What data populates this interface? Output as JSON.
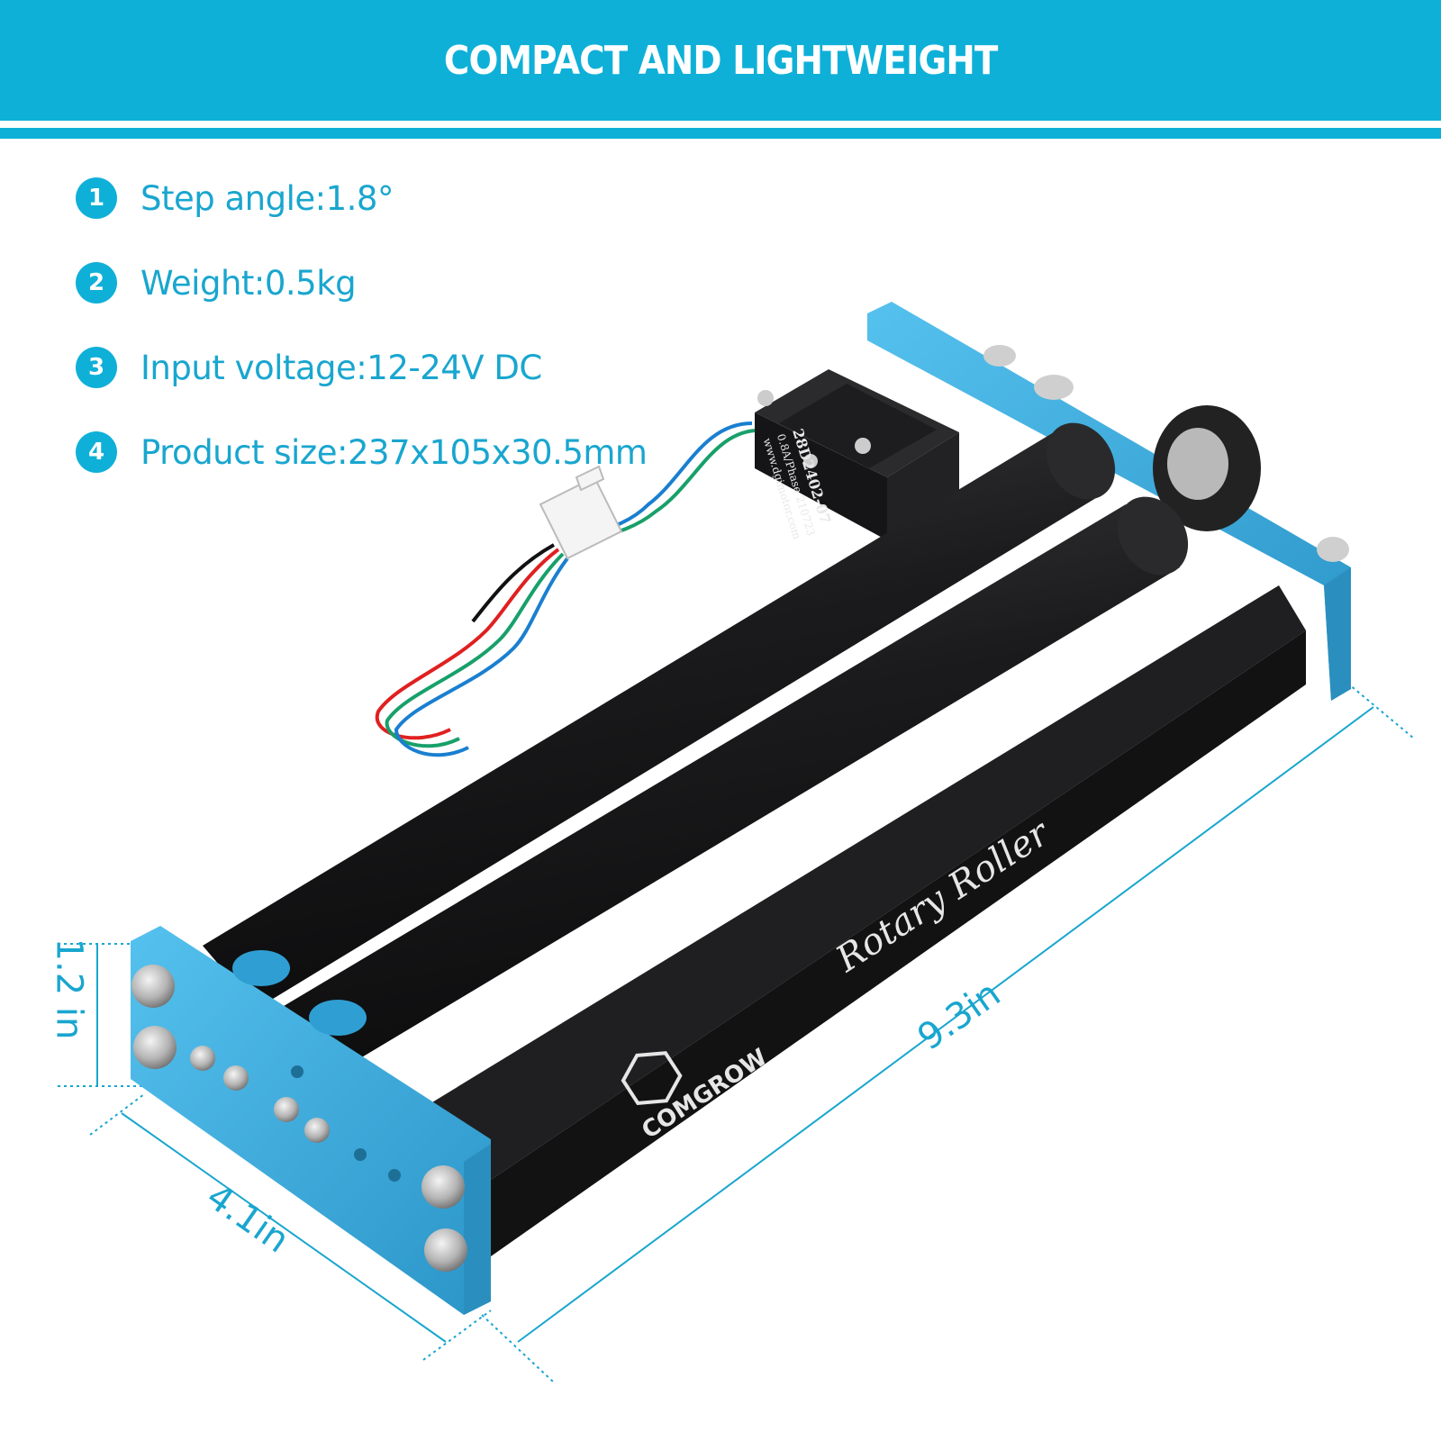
{
  "banner": {
    "title": "COMPACT AND LIGHTWEIGHT"
  },
  "specs": [
    {
      "number": "1",
      "text": "Step angle:1.8°"
    },
    {
      "number": "2",
      "text": "Weight:0.5kg"
    },
    {
      "number": "3",
      "text": "Input voltage:12-24V DC"
    },
    {
      "number": "4",
      "text": "Product size:237x105x30.5mm"
    }
  ],
  "product": {
    "motor_label_line1": "28D2402-07",
    "motor_label_line2": "0.8A/Phase 210723",
    "motor_label_line3": "www.dgimotor.com",
    "rail_label": "Rotary Roller",
    "brand": "COMGROW"
  },
  "dimensions": {
    "height": "1.2 in",
    "width": "4.1in",
    "length": "9.3in"
  },
  "colors": {
    "accent": "#0fb0d8",
    "frame_blue": "#3aa9d9",
    "roller_black": "#1b1b1d"
  }
}
